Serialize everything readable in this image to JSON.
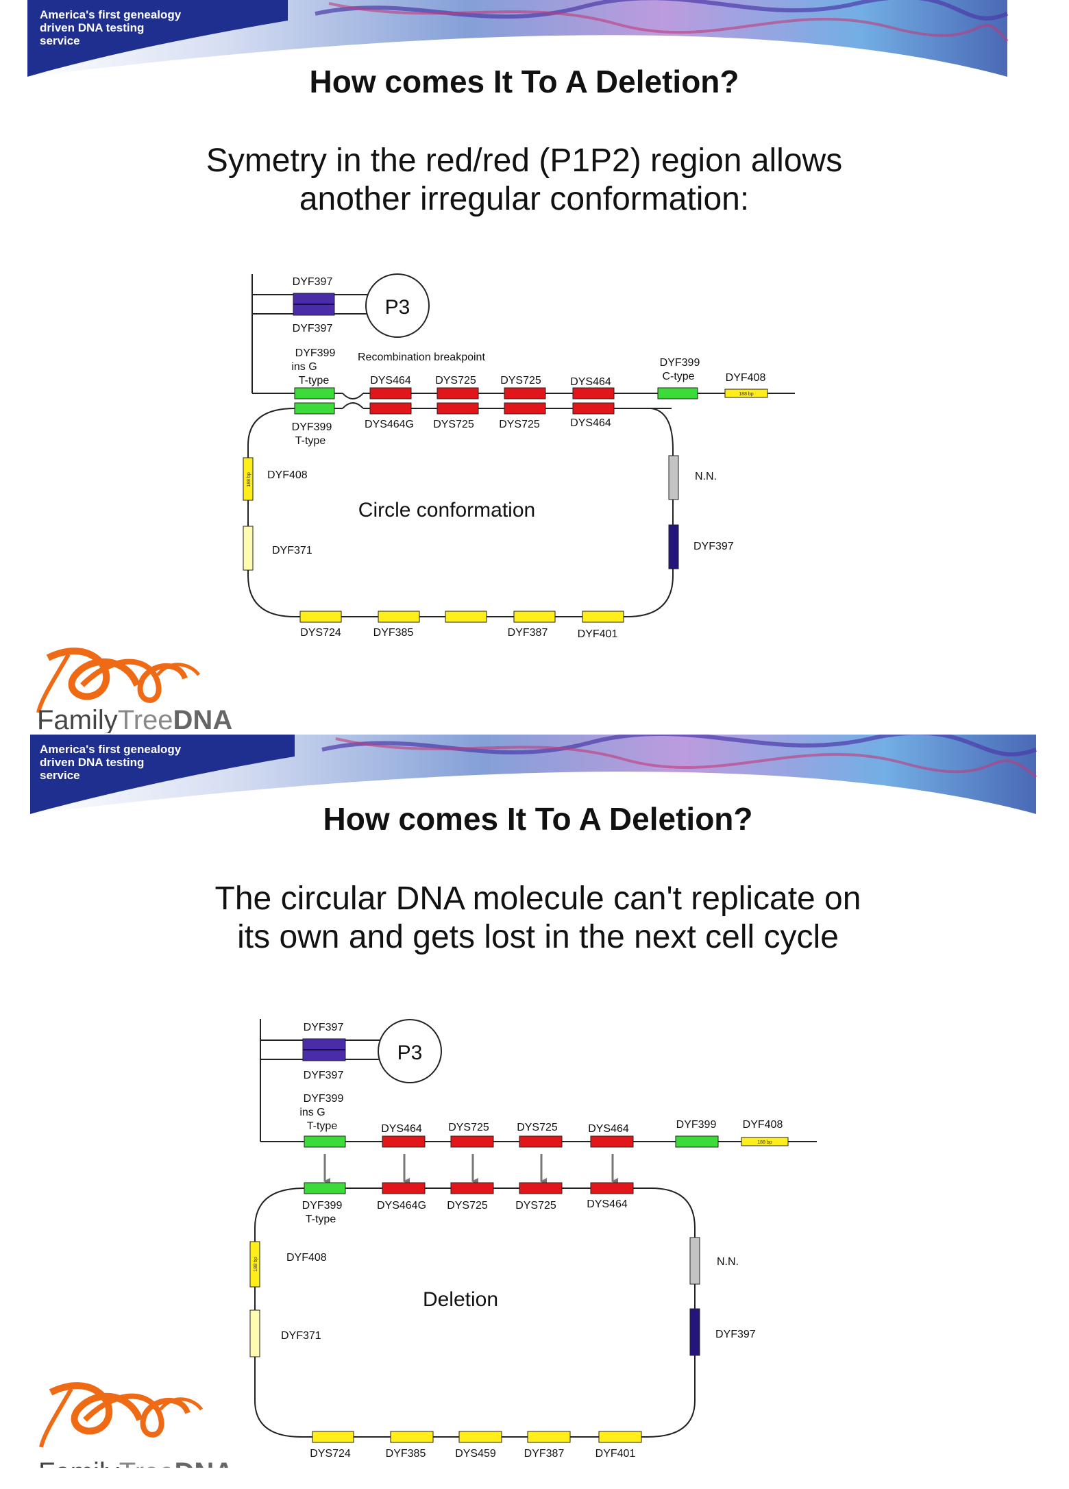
{
  "colors": {
    "banner_blue": "#1f2f8f",
    "red_repeat": "#e0161b",
    "green_repeat": "#3ddb3a",
    "yellow_repeat": "#ffee1a",
    "purple_repeat": "#4a2ba8",
    "navy_repeat": "#23157a",
    "gray_repeat": "#c4c4c4",
    "logo_orange": "#ef6a14"
  },
  "icons": {
    "dna_helix_banner": "dna-helix-banner",
    "company_logo": "family-tree-dna-logo"
  },
  "slides": [
    {
      "tagline": "America's first genealogy\ndriven DNA testing\nservice",
      "title": "How comes It To A Deletion?",
      "subtitle": "Symetry in the red/red (P1P2) region allows\nanother irregular conformation:",
      "logo": {
        "part1": "Family",
        "part2": "Tree",
        "part3": "DNA"
      },
      "diagram": {
        "p3": "P3",
        "top_dyf397": "DYF397",
        "bottom_dyf397": "DYF397",
        "dyf399_insg_1": "DYF399",
        "dyf399_insg_2": "ins G",
        "dyf399_insg_3": "T-type",
        "recombination": "Recombination breakpoint",
        "upper_red": [
          "DYS464",
          "DYS725",
          "DYS725",
          "DYS464"
        ],
        "lower_red": [
          "DYS464G",
          "DYS725",
          "DYS725",
          "DYS464"
        ],
        "dyf399_ctype_1": "DYF399",
        "dyf399_ctype_2": "C-type",
        "dyf408_right": "DYF408",
        "bp_right": "188 bp",
        "dyf399_ttype_1": "DYF399",
        "dyf399_ttype_2": "T-type",
        "dyf408_left": "DYF408",
        "bp_left": "188 bp",
        "dyf371": "DYF371",
        "center_label": "Circle conformation",
        "nn": "N.N.",
        "dyf397_right": "DYF397",
        "bottom_labels": [
          "DYS724",
          "DYF385",
          "DYF387",
          "DYF401"
        ]
      }
    },
    {
      "tagline": "America's first genealogy\ndriven DNA testing\nservice",
      "title": "How comes It To A Deletion?",
      "subtitle": "The circular DNA molecule can't replicate on\nits own and gets lost in the next cell cycle",
      "logo": {
        "part1": "Family",
        "part2": "Tree",
        "part3": "DNA"
      },
      "diagram": {
        "p3": "P3",
        "top_dyf397": "DYF397",
        "bottom_dyf397": "DYF397",
        "dyf399_insg_1": "DYF399",
        "dyf399_insg_2": "ins G",
        "dyf399_insg_3": "T-type",
        "upper_red": [
          "DYS464",
          "DYS725",
          "DYS725",
          "DYS464"
        ],
        "dyf399_right": "DYF399",
        "dyf408_right": "DYF408",
        "bp_right": "188 bp",
        "lower_red": [
          "DYS464G",
          "DYS725",
          "DYS725",
          "DYS464"
        ],
        "dyf399_ttype_1": "DYF399",
        "dyf399_ttype_2": "T-type",
        "dyf408_left": "DYF408",
        "bp_left": "188 bp",
        "dyf371": "DYF371",
        "center_label": "Deletion",
        "nn": "N.N.",
        "dyf397_right": "DYF397",
        "bottom_labels": [
          "DYS724",
          "DYF385",
          "DYS459",
          "DYF387",
          "DYF401"
        ]
      }
    }
  ]
}
